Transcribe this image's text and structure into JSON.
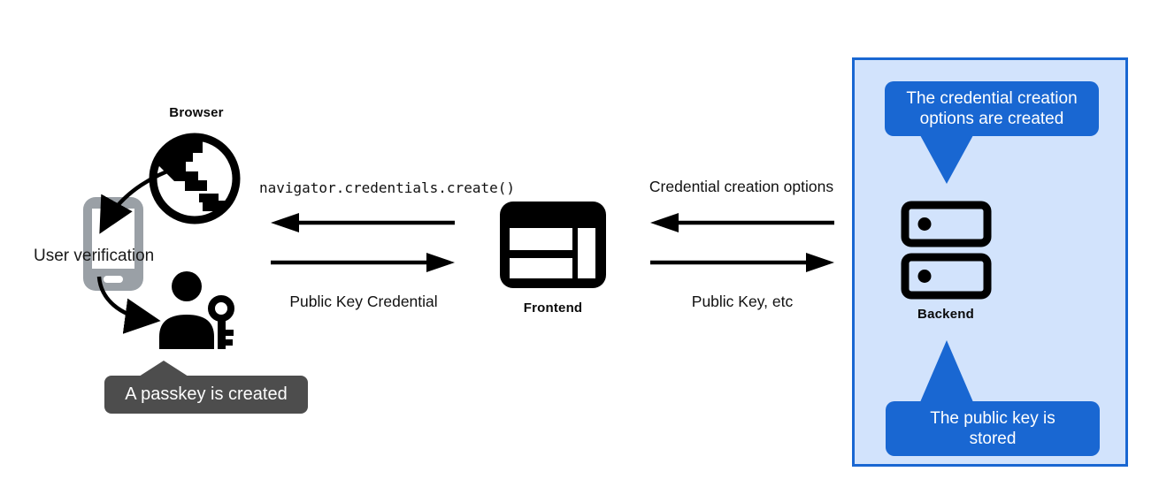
{
  "colors": {
    "accent_blue": "#1967d2",
    "panel_bg": "#d2e3fc",
    "tooltip_gray": "#4d4d4d",
    "phone_gray": "#9aa0a6",
    "ink": "#000000"
  },
  "nodes": {
    "browser": {
      "label": "Browser"
    },
    "user_verification": {
      "label": "User verification"
    },
    "frontend": {
      "label": "Frontend"
    },
    "backend": {
      "label": "Backend"
    }
  },
  "flows": {
    "create_call": "navigator.credentials.create()",
    "public_key_credential": "Public Key Credential",
    "credential_creation_options": "Credential creation options",
    "public_key_etc": "Public Key, etc"
  },
  "callouts": {
    "passkey_created": "A passkey is created",
    "options_created": "The credential creation options are created",
    "key_stored": "The public key is stored"
  }
}
